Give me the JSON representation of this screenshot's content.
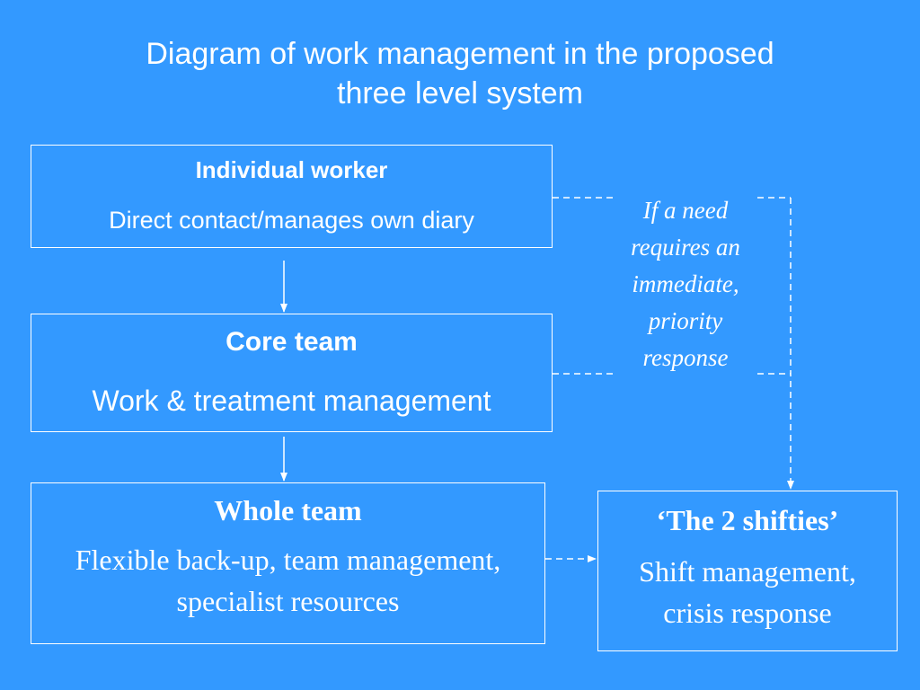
{
  "title": {
    "line1": "Diagram of work management in the proposed",
    "line2": "three level system"
  },
  "nodes": {
    "individual": {
      "heading": "Individual worker",
      "body": "Direct contact/manages own diary"
    },
    "core": {
      "heading": "Core team",
      "body": "Work & treatment management"
    },
    "whole": {
      "heading": "Whole team",
      "body": "Flexible back-up, team management, specialist resources"
    },
    "shifties": {
      "heading": "‘The 2 shifties’",
      "body": "Shift management, crisis response"
    }
  },
  "note": {
    "lines": [
      "If a need",
      "requires an",
      "immediate,",
      "priority",
      "response"
    ]
  },
  "colors": {
    "background": "#3399ff",
    "foreground": "#ffffff"
  }
}
